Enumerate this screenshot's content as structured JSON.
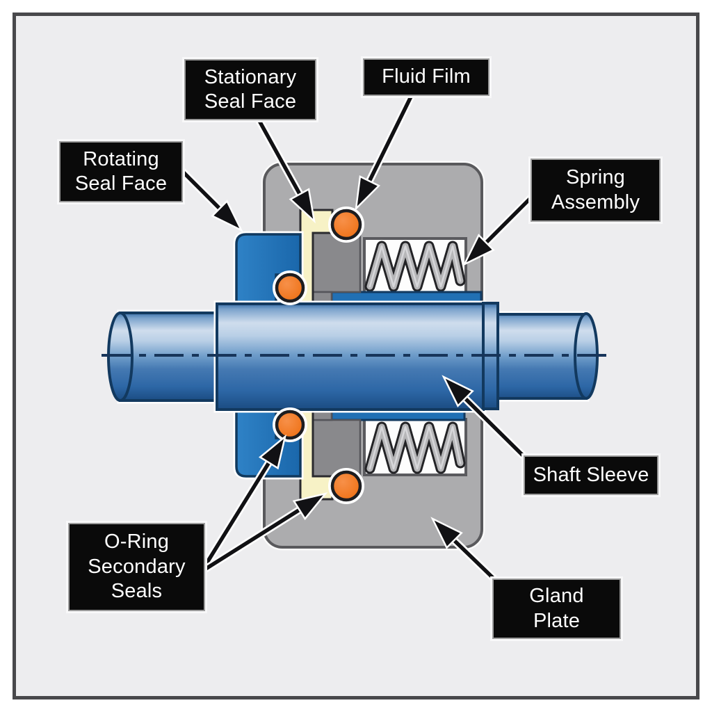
{
  "diagram": {
    "labels": {
      "stationary_seal_face": {
        "line1": "Stationary",
        "line2": "Seal Face"
      },
      "fluid_film": {
        "line1": "Fluid Film"
      },
      "rotating_seal_face": {
        "line1": "Rotating",
        "line2": "Seal Face"
      },
      "spring_assembly": {
        "line1": "Spring",
        "line2": "Assembly"
      },
      "shaft_sleeve": {
        "line1": "Shaft Sleeve"
      },
      "o_ring_secondary_seals": {
        "line1": "O-Ring",
        "line2": "Secondary",
        "line3": "Seals"
      },
      "gland_plate": {
        "line1": "Gland",
        "line2": "Plate"
      }
    },
    "colors": {
      "background": "#ededef",
      "frame_border": "#48484b",
      "label_background": "#0a0a0a",
      "label_text": "#ffffff",
      "gland_plate_gray": "#acacae",
      "holder_dark_gray": "#89898c",
      "stationary_face_cream": "#f7f2c6",
      "rotating_face_blue": "#1f74ba",
      "shaft_blue_light": "#cfdded",
      "shaft_blue_dark": "#1b4c82",
      "o_ring_orange": "#ef7318",
      "spring_gray": "#b6b6b8",
      "arrow_black": "#111114"
    }
  }
}
